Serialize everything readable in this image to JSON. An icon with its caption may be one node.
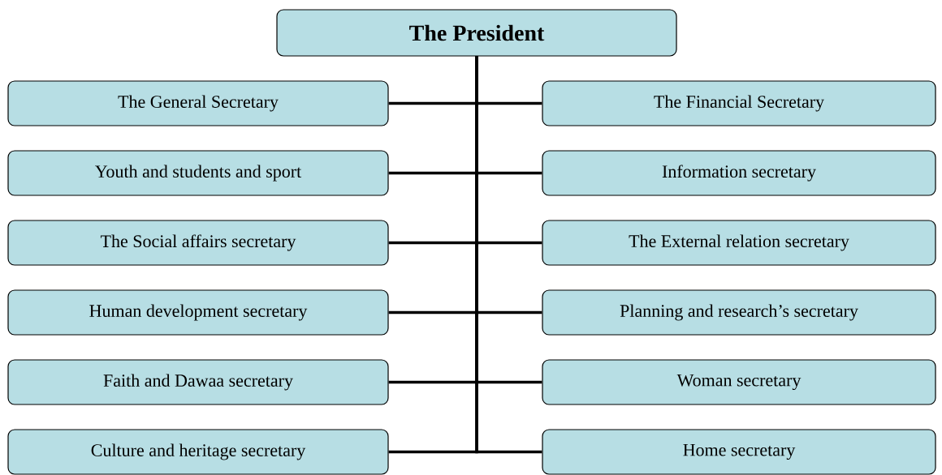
{
  "diagram": {
    "nodes": [
      {
        "text": [
          "The President"
        ]
      },
      {
        "text": [
          "The General Secretary"
        ]
      },
      {
        "text": [
          "The Financial Secretary"
        ]
      },
      {
        "text": [
          "Youth and students and sport"
        ]
      },
      {
        "text": [
          "Information secretary"
        ]
      },
      {
        "text": [
          "The Social affairs secretary"
        ]
      },
      {
        "text": [
          "The External relation secretary"
        ]
      },
      {
        "text": [
          "Human development secretary"
        ]
      },
      {
        "text": [
          "Planning and research’s secretary"
        ]
      },
      {
        "text": [
          "Faith and Dawaa secretary"
        ]
      },
      {
        "text": [
          "Woman secretary"
        ]
      },
      {
        "text": [
          "Culture and heritage secretary"
        ]
      },
      {
        "text": [
          "Home secretary"
        ]
      }
    ],
    "edges": [
      {
        "from": 0,
        "to": 1,
        "arrow": "none"
      },
      {
        "from": 0,
        "to": 2,
        "arrow": "none"
      },
      {
        "from": 0,
        "to": 3,
        "arrow": "none"
      },
      {
        "from": 0,
        "to": 4,
        "arrow": "none"
      },
      {
        "from": 0,
        "to": 5,
        "arrow": "none"
      },
      {
        "from": 0,
        "to": 6,
        "arrow": "none"
      },
      {
        "from": 0,
        "to": 7,
        "arrow": "none"
      },
      {
        "from": 0,
        "to": 8,
        "arrow": "none"
      },
      {
        "from": 0,
        "to": 9,
        "arrow": "none"
      },
      {
        "from": 0,
        "to": 10,
        "arrow": "none"
      },
      {
        "from": 0,
        "to": 11,
        "arrow": "none"
      },
      {
        "from": 0,
        "to": 12,
        "arrow": "none"
      }
    ]
  }
}
